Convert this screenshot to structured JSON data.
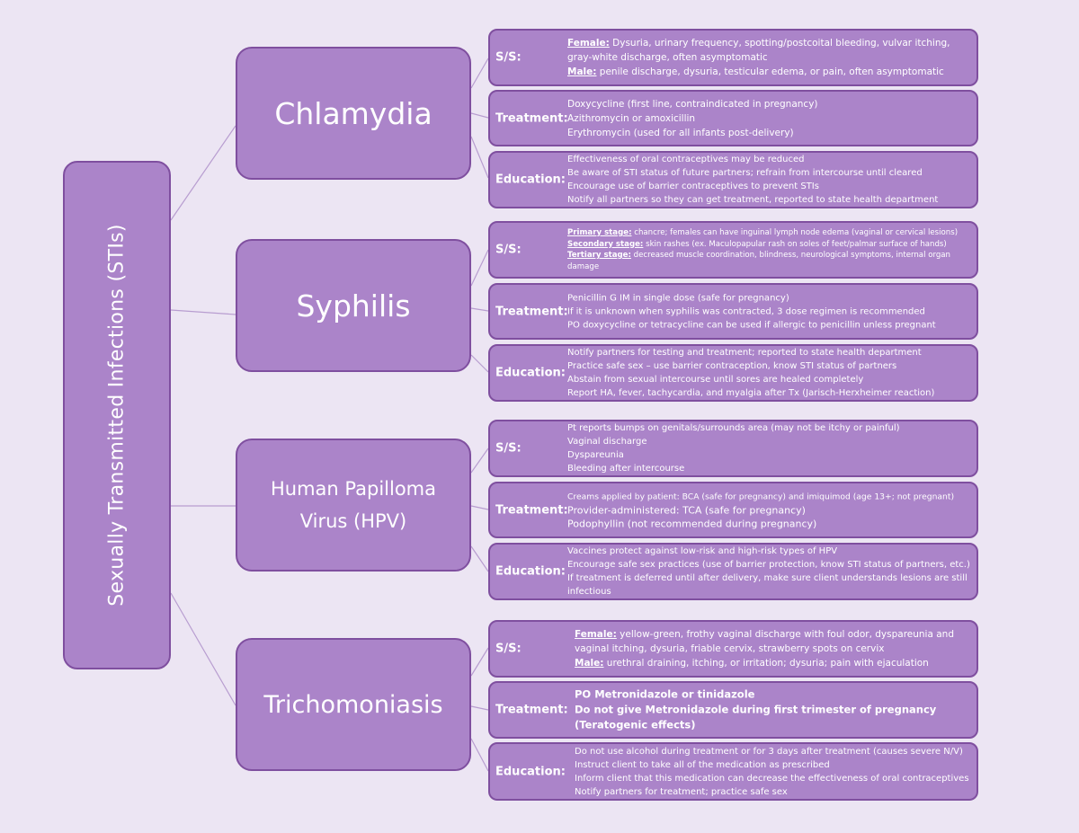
{
  "root": {
    "label": "Sexually Transmitted Infections (STIs)"
  },
  "diseases": [
    {
      "name": "Chlamydia",
      "ss_label": "S/S:",
      "ss_lines": [
        {
          "kw": "Female:",
          "text": " Dysuria, urinary frequency, spotting/postcoital bleeding, vulvar itching, gray-white discharge, often asymptomatic"
        },
        {
          "kw": "Male:",
          "text": " penile discharge, dysuria, testicular edema, or pain, often asymptomatic"
        }
      ],
      "tx_label": "Treatment:",
      "tx_lines": [
        "Doxycycline (first line, contraindicated in pregnancy)",
        "Azithromycin or amoxicillin",
        "Erythromycin (used for all infants post-delivery)"
      ],
      "ed_label": "Education:",
      "ed_lines": [
        "Effectiveness of oral contraceptives may be reduced",
        "Be aware of STI status of future partners; refrain from intercourse until cleared",
        "Encourage use of barrier contraceptives to prevent STIs",
        "Notify all partners so they can get treatment, reported to state health department"
      ]
    },
    {
      "name": "Syphilis",
      "ss_label": "S/S:",
      "ss_lines": [
        {
          "kw": "Primary stage:",
          "text": " chancre; females can have inguinal lymph node edema (vaginal or cervical lesions)"
        },
        {
          "kw": "Secondary stage:",
          "text": " skin rashes (ex. Maculopapular rash on soles of feet/palmar surface of hands)"
        },
        {
          "kw": "Tertiary stage:",
          "text": " decreased muscle coordination, blindness, neurological symptoms, internal organ damage"
        }
      ],
      "tx_label": "Treatment:",
      "tx_lines": [
        "Penicillin G IM in single dose (safe for pregnancy)",
        "If it is unknown when syphilis was contracted, 3 dose regimen is recommended",
        "PO doxycycline or tetracycline can be used if allergic to penicillin unless pregnant"
      ],
      "ed_label": "Education:",
      "ed_lines": [
        "Notify partners for testing and treatment; reported to state health department",
        "Practice safe sex – use barrier contraception, know STI status of partners",
        "Abstain from sexual intercourse until sores are healed completely",
        " Report HA, fever, tachycardia, and myalgia after Tx (Jarisch-Herxheimer reaction)"
      ]
    },
    {
      "name_line1": "Human Papilloma",
      "name_line2": "Virus (HPV)",
      "ss_label": "S/S:",
      "ss_lines": [
        "Pt reports bumps on genitals/surrounds area (may not be itchy or painful)",
        "Vaginal discharge",
        "Dyspareunia",
        "Bleeding after intercourse"
      ],
      "tx_label": "Treatment:",
      "tx_lines": [
        "Creams applied by patient: BCA (safe for pregnancy) and imiquimod (age 13+; not pregnant)",
        "Provider-administered: TCA (safe for pregnancy)",
        "Podophyllin (not recommended during pregnancy)"
      ],
      "ed_label": "Education:",
      "ed_lines": [
        "Vaccines protect against low-risk and high-risk types of HPV",
        "Encourage safe sex practices (use of barrier protection, know STI status of partners, etc.)",
        "If treatment is deferred until after delivery, make sure client understands lesions are still infectious"
      ]
    },
    {
      "name": "Trichomoniasis",
      "ss_label": "S/S:",
      "ss_lines": [
        {
          "kw": "Female:",
          "text": " yellow-green, frothy vaginal discharge with foul odor, dyspareunia and vaginal itching, dysuria, friable cervix, strawberry spots on cervix"
        },
        {
          "kw": "Male:",
          "text": " urethral draining, itching, or irritation; dysuria; pain with ejaculation"
        }
      ],
      "tx_label": "Treatment:",
      "tx_lines": [
        "PO Metronidazole or tinidazole",
        "Do not give Metronidazole during first trimester of pregnancy",
        "(Teratogenic effects)"
      ],
      "ed_label": "Education:",
      "ed_lines": [
        "Do not use alcohol during treatment or for 3 days after treatment (causes severe N/V)",
        "Instruct client to take all of the medication as prescribed",
        "Inform client that this medication can decrease the effectiveness of oral contraceptives",
        "Notify partners for treatment; practice safe sex"
      ]
    }
  ]
}
